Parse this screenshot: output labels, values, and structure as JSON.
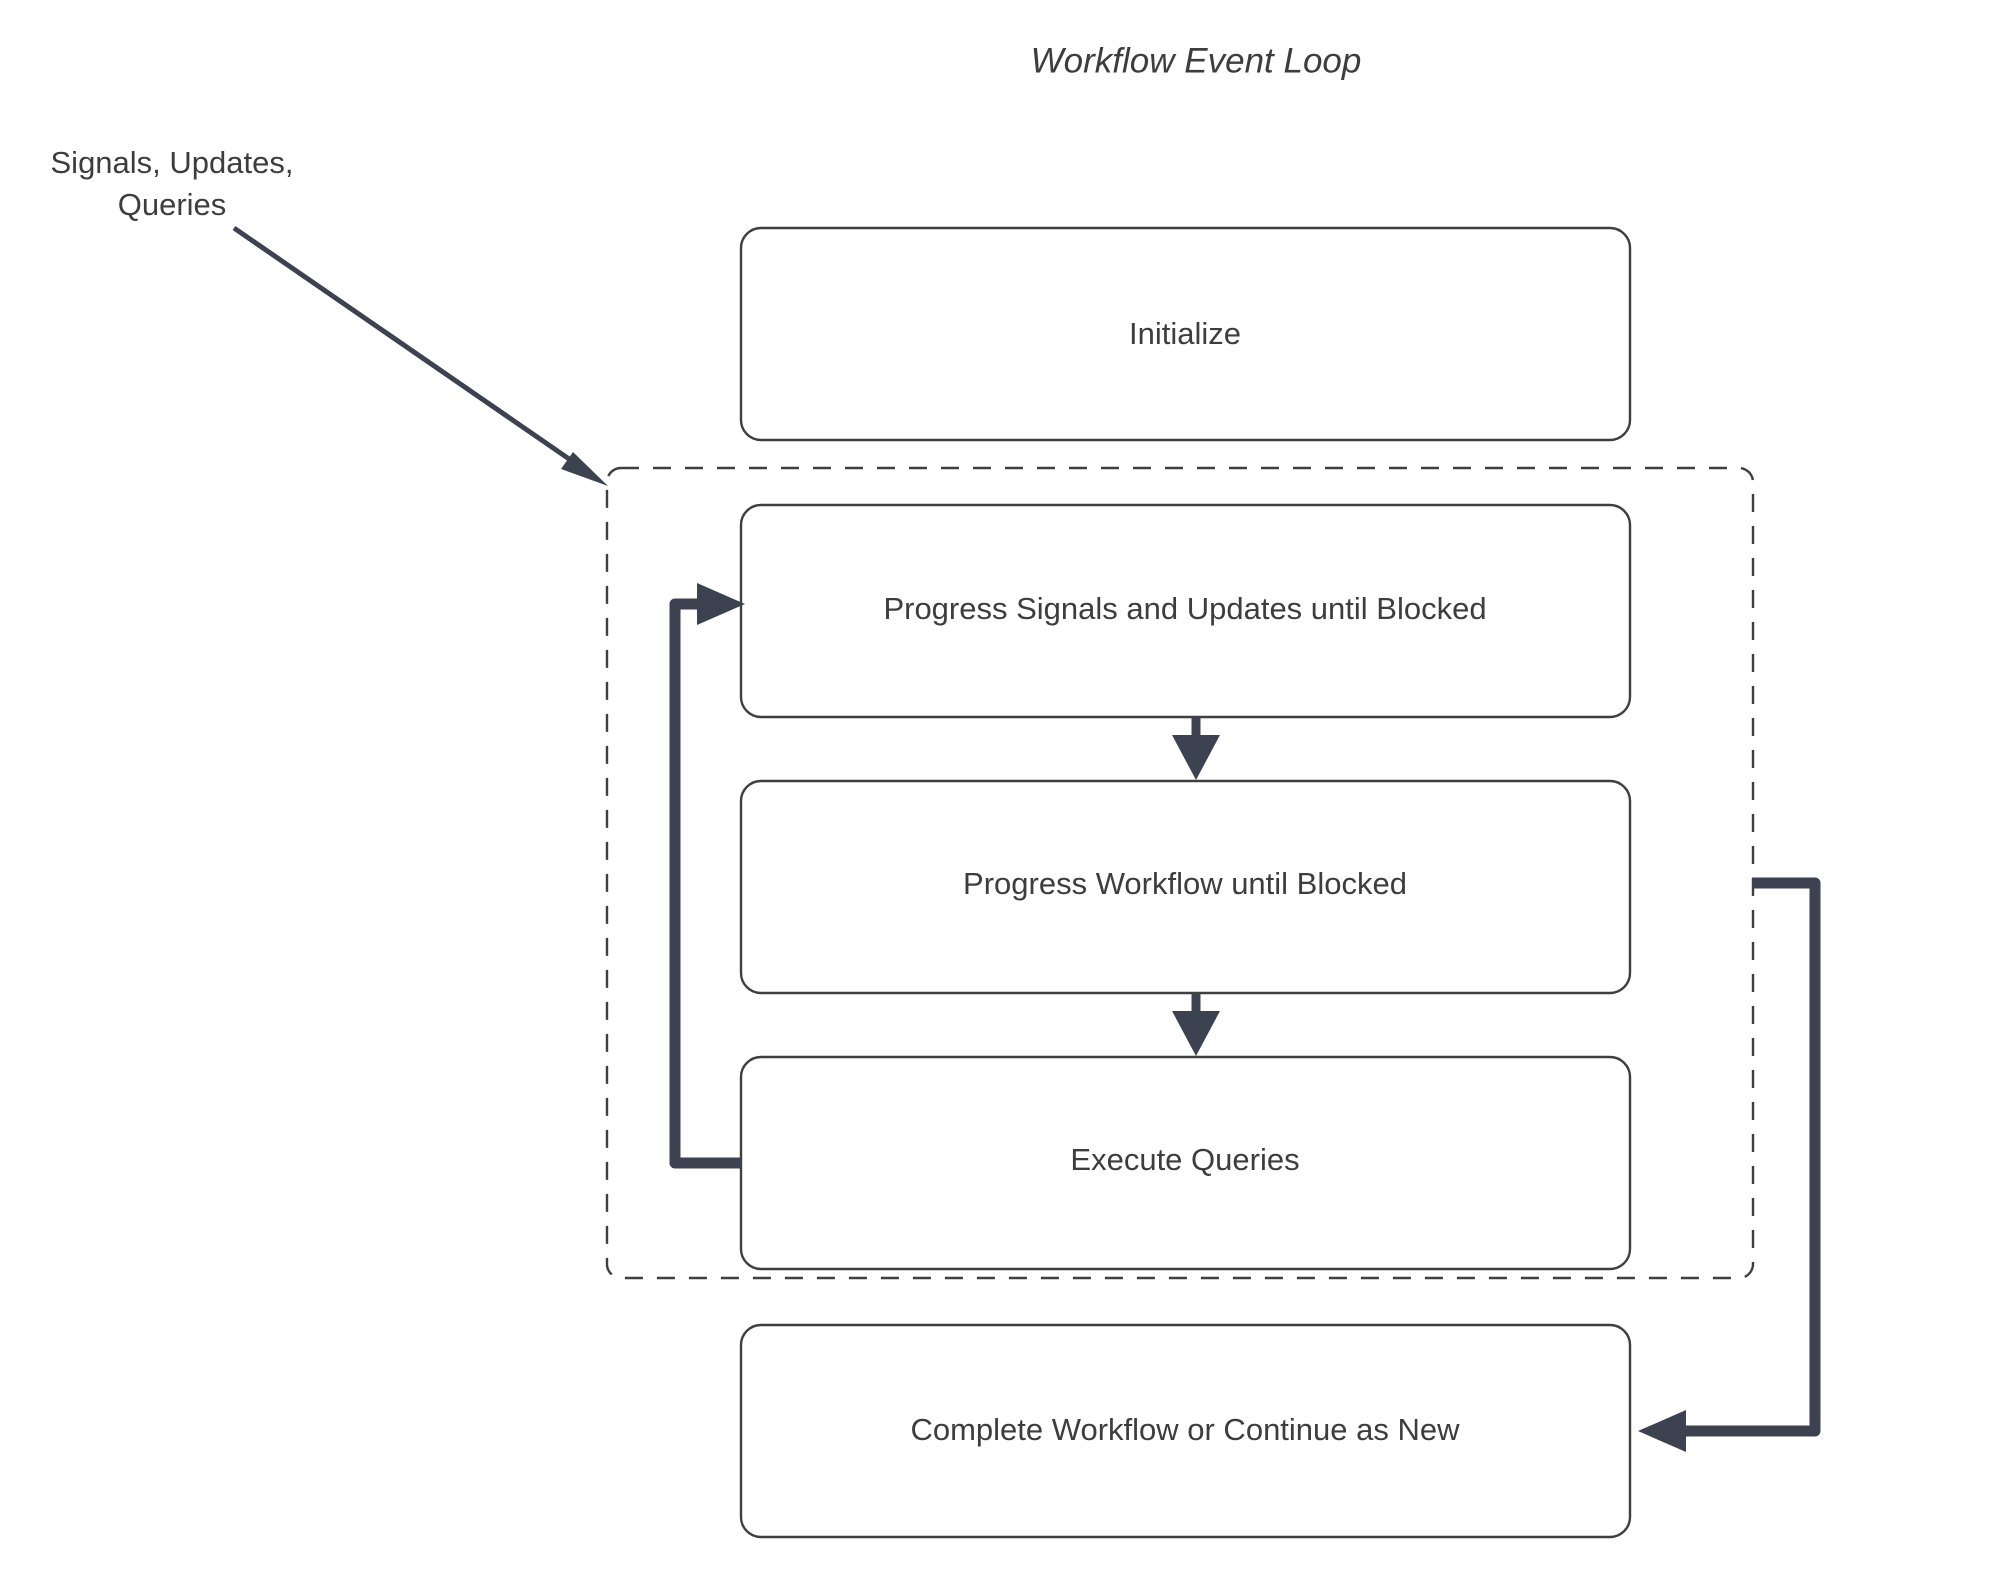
{
  "diagram": {
    "title": "Workflow Event Loop",
    "background_color": "#ffffff",
    "node_border_color": "#3f3f3f",
    "node_fill_color": "#ffffff",
    "edge_color": "#3c4250",
    "text_color": "#3d3d3d",
    "external_label": {
      "line1": "Signals, Updates,",
      "line2": "Queries"
    },
    "nodes": [
      {
        "id": "initialize",
        "label": "Initialize"
      },
      {
        "id": "progress-signals",
        "label": "Progress Signals and Updates until Blocked"
      },
      {
        "id": "progress-workflow",
        "label": "Progress Workflow until Blocked"
      },
      {
        "id": "execute-queries",
        "label": "Execute Queries"
      },
      {
        "id": "complete-workflow",
        "label": "Complete Workflow or Continue as New"
      }
    ],
    "group": {
      "id": "event-loop-group",
      "style": "dashed",
      "label": ""
    }
  }
}
